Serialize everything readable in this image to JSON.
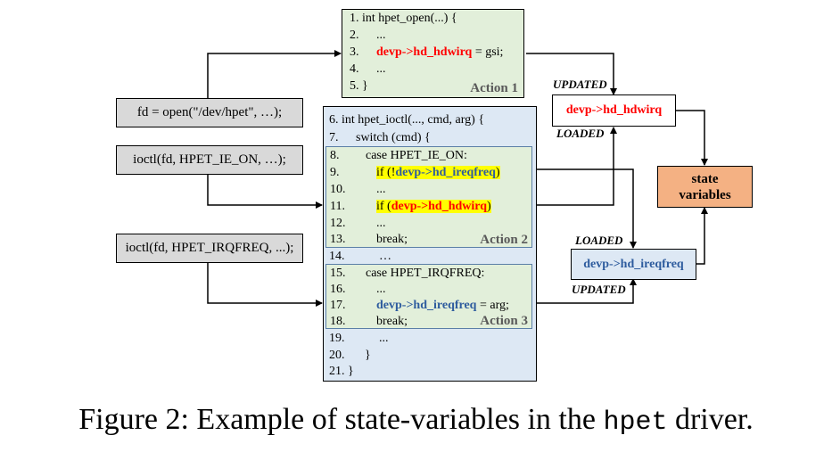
{
  "callers": {
    "open": "fd = open(\"/dev/hpet\", …);",
    "ioctl_ie_on": "ioctl(fd, HPET_IE_ON, …);",
    "ioctl_irqfreq": "ioctl(fd, HPET_IRQFREQ, ...);"
  },
  "hpet_open": {
    "l1_num": "1.",
    "l1": "int hpet_open(...) {",
    "l2_num": "2.",
    "l2": "...",
    "l3_num": "3.",
    "l3_var": "devp->hd_hdwirq",
    "l3_rest": " = gsi;",
    "l4_num": "4.",
    "l4": "...",
    "l5_num": "5.",
    "l5": "}",
    "action": "Action 1"
  },
  "hpet_ioctl": {
    "l6_num": "6.",
    "l6": "int hpet_ioctl(..., cmd, arg) {",
    "l7_num": "7.",
    "l7": "switch (cmd) {",
    "l8_num": "8.",
    "l8": "case HPET_IE_ON:",
    "l9_num": "9.",
    "l9_pre": "if (!",
    "l9_var": "devp->hd_ireqfreq",
    "l9_post": ")",
    "l10_num": "10.",
    "l10": "...",
    "l11_num": "11.",
    "l11_pre": "if (",
    "l11_var": "devp->hd_hdwirq",
    "l11_post": ")",
    "l12_num": "12.",
    "l12": "...",
    "l13_num": "13.",
    "l13": "break;",
    "action2": "Action 2",
    "l14_num": "14.",
    "l14": "…",
    "l15_num": "15.",
    "l15": "case HPET_IRQFREQ:",
    "l16_num": "16.",
    "l16": "...",
    "l17_num": "17.",
    "l17_var": "devp->hd_ireqfreq",
    "l17_rest": " = arg;",
    "l18_num": "18.",
    "l18": "break;",
    "action3": "Action 3",
    "l19_num": "19.",
    "l19": "...",
    "l20_num": "20.",
    "l20": "}",
    "l21_num": "21.",
    "l21": "}"
  },
  "variables": {
    "hdwirq": "devp->hd_hdwirq",
    "ireqfreq": "devp->hd_ireqfreq",
    "state_line1": "state",
    "state_line2": "variables"
  },
  "tags": {
    "updated_top": "UPDATED",
    "loaded_top": "LOADED",
    "loaded_bottom": "LOADED",
    "updated_bottom": "UPDATED"
  },
  "caption": {
    "prefix": "Figure 2: Example of state-variables in the ",
    "code": "hpet",
    "suffix": " driver."
  },
  "colors": {
    "red_var": "#ff0000",
    "blue_var": "#2e5c9e",
    "highlight": "#ffff00",
    "state_fill": "#f4b183",
    "green_panel": "#e2efda",
    "blue_panel": "#dde8f4"
  }
}
